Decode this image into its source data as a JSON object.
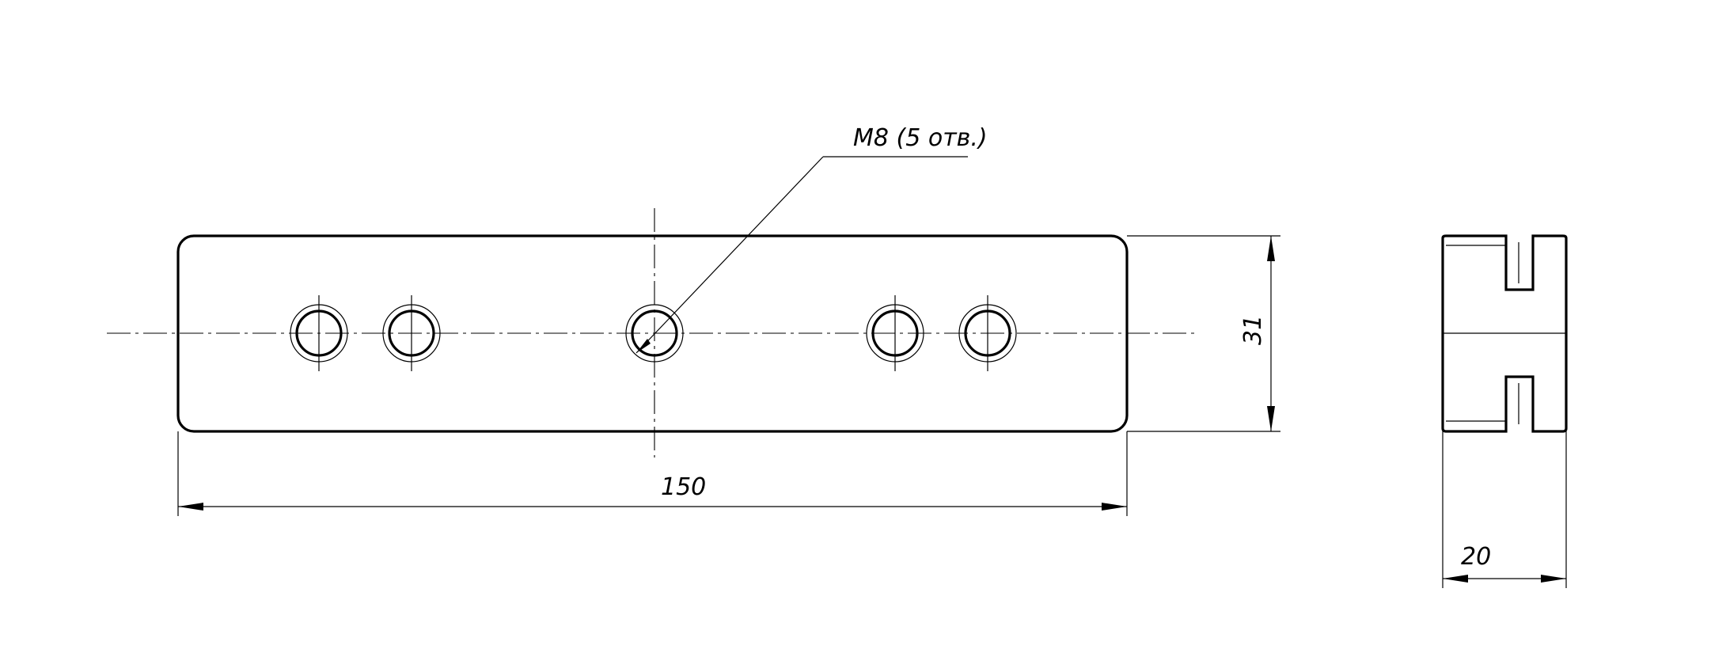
{
  "drawing": {
    "thread_callout": "M8 (5 отв.)",
    "length_dimension": "150",
    "height_dimension": "31",
    "width_dimension": "20",
    "hole_count": 5
  }
}
